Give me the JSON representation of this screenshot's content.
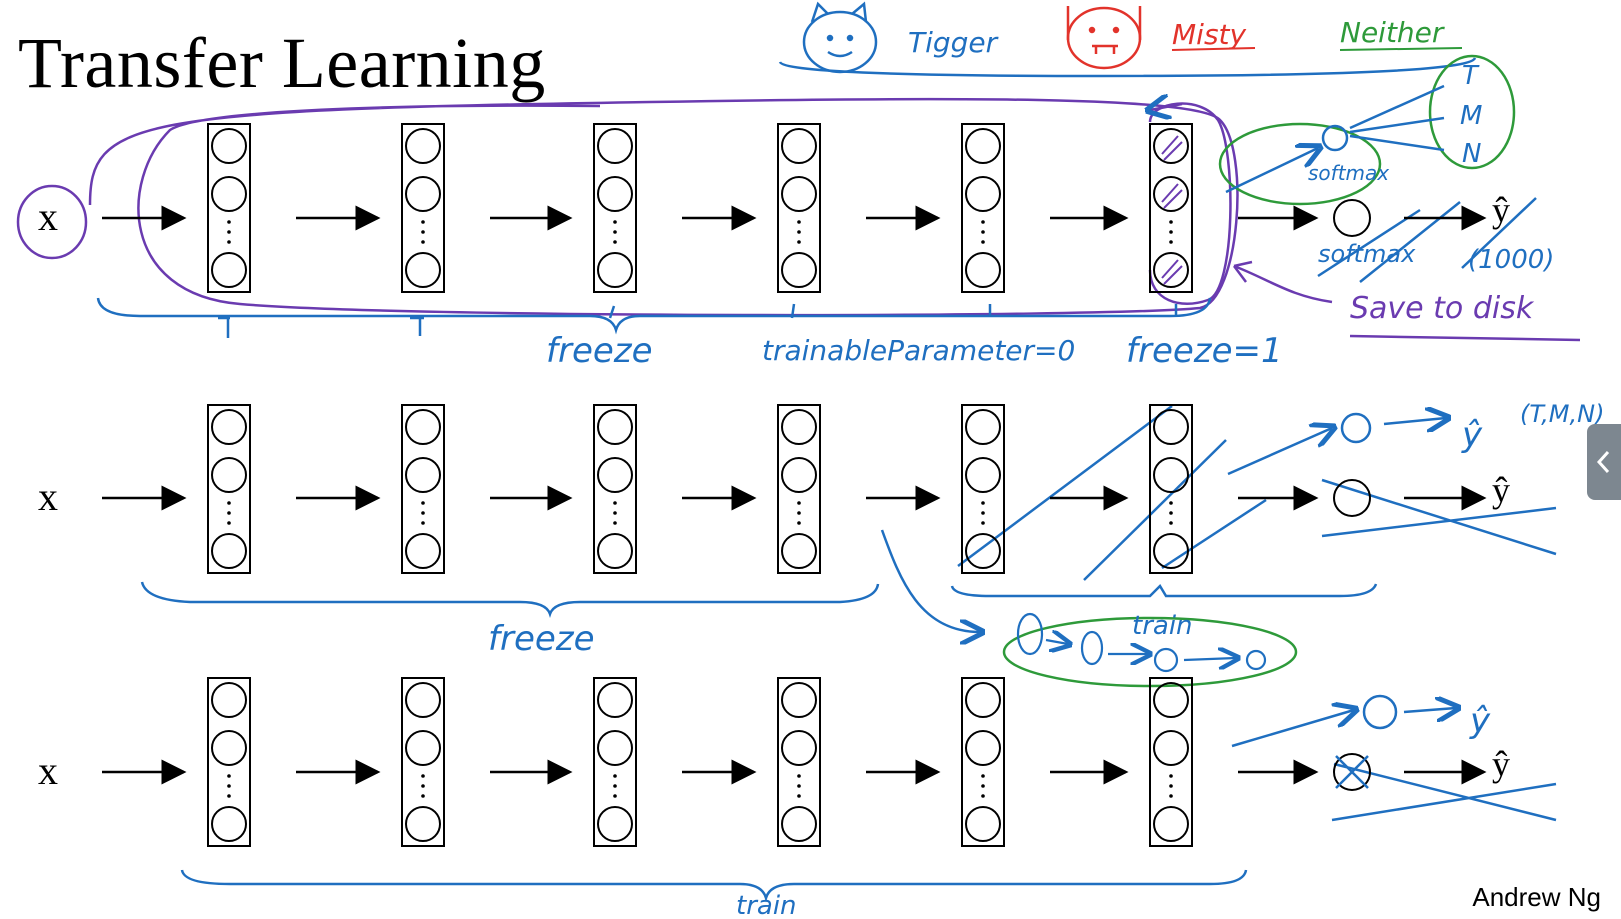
{
  "slide": {
    "title": "Transfer Learning",
    "author": "Andrew Ng"
  },
  "network": {
    "input_label": "x",
    "output_label": "ŷ",
    "layers_per_row": 6
  },
  "annotations": {
    "classes": [
      "Tigger",
      "Misty",
      "Neither"
    ],
    "outputs": [
      "T",
      "M",
      "N"
    ],
    "softmax_top": "softmax",
    "softmax_crossed": "softmax",
    "crossed_count": "(1000)",
    "save": "Save to disk",
    "row1_freeze": "freeze",
    "row1_param": "trainableParameter=0",
    "row1_freeze_eq": "freeze=1",
    "row2_freeze": "freeze",
    "row2_train": "train",
    "row2_classes": "(T,M,N)",
    "row3_train": "train"
  },
  "colors": {
    "ink": "#000000",
    "blue": "#1f6fc0",
    "purple": "#6a3bb0",
    "green": "#2e9a3a",
    "red": "#e2332b"
  },
  "controls": {
    "side_tab_icon": "chevron-left-icon"
  }
}
